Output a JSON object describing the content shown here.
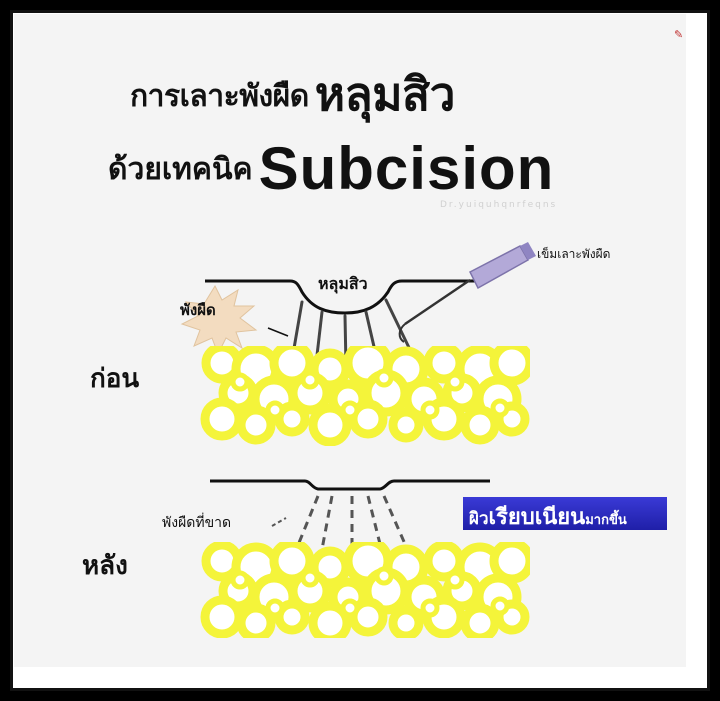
{
  "title": {
    "line1_small": "การเลาะพังผืด",
    "line1_big": "หลุมสิว",
    "line2_small": "ด้วยเทคนิค",
    "line2_big": "Subcision"
  },
  "watermark": "Dr.yuiquhqnrfeqns",
  "labels": {
    "before": "ก่อน",
    "after": "หลัง",
    "scar": "หลุมสิว",
    "needle": "เข็มเลาะพังผืด",
    "fibers": "พังผืด",
    "cut_fibers": "พังผืดที่ขาด"
  },
  "badge": {
    "part1": "ผิว",
    "part2": "เรียบเนียน",
    "part3": "มากขึ้น"
  },
  "colors": {
    "fat": "#f4f43a",
    "fat_outline": "#e8e800",
    "burst": "#f3dcc0",
    "needle": "#b3a9d8",
    "badge": "#2a2ac0"
  }
}
